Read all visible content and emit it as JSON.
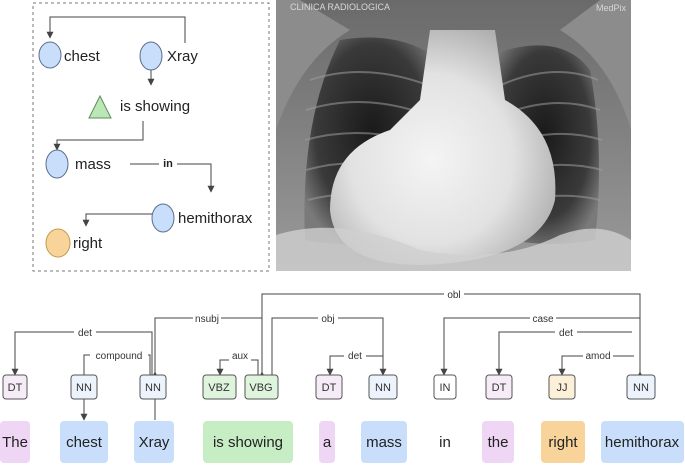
{
  "graph": {
    "nodes": [
      {
        "key": "chest",
        "label": "chest",
        "shape": "ellipse",
        "color": "#c9defa"
      },
      {
        "key": "xray",
        "label": "Xray",
        "shape": "ellipse",
        "color": "#c9defa"
      },
      {
        "key": "is_showing",
        "label": "is showing",
        "shape": "triangle",
        "color": "#b9e8b6"
      },
      {
        "key": "mass",
        "label": "mass",
        "shape": "ellipse",
        "color": "#c9defa"
      },
      {
        "key": "hemithorax",
        "label": "hemithorax",
        "shape": "ellipse",
        "color": "#c9defa"
      },
      {
        "key": "right",
        "label": "right",
        "shape": "ellipse",
        "color": "#f8d49a"
      }
    ],
    "edges": [
      {
        "from": "xray",
        "to": "chest",
        "label": ""
      },
      {
        "from": "xray",
        "to": "is_showing",
        "label": ""
      },
      {
        "from": "is_showing",
        "to": "mass",
        "label": ""
      },
      {
        "from": "mass",
        "to": "hemithorax",
        "label": "in"
      },
      {
        "from": "hemithorax",
        "to": "right",
        "label": ""
      }
    ]
  },
  "xray_image": {
    "watermark_right": "MedPix",
    "watermark_left": "CLINICA RADIOLOGICA"
  },
  "sentence": {
    "tokens": [
      {
        "word": "The",
        "tag": "DT",
        "word_color": "#f0d6f5",
        "tag_color": "#f6ecf8"
      },
      {
        "word": "chest",
        "tag": "NN",
        "word_color": "#c9defa",
        "tag_color": "#ecf3fd"
      },
      {
        "word": "Xray",
        "tag": "NN",
        "word_color": "#c9defa",
        "tag_color": "#ecf3fd"
      },
      {
        "word": "is showing",
        "tag": "VBZ",
        "tag2": "VBG",
        "word_color": "#c7edc4",
        "tag_color": "#dff4dc"
      },
      {
        "word": "a",
        "tag": "DT",
        "word_color": "#f0d6f5",
        "tag_color": "#f6ecf8"
      },
      {
        "word": "mass",
        "tag": "NN",
        "word_color": "#c9defa",
        "tag_color": "#ecf3fd"
      },
      {
        "word": "in",
        "tag": "IN",
        "word_color": "#ffffff",
        "tag_color": "#ffffff"
      },
      {
        "word": "the",
        "tag": "DT",
        "word_color": "#f0d6f5",
        "tag_color": "#f6ecf8"
      },
      {
        "word": "right",
        "tag": "JJ",
        "word_color": "#f8d49a",
        "tag_color": "#fdf0d8"
      },
      {
        "word": "hemithorax",
        "tag": "NN",
        "word_color": "#c9defa",
        "tag_color": "#ecf3fd"
      }
    ],
    "dependencies": [
      {
        "label": "obl"
      },
      {
        "label": "nsubj"
      },
      {
        "label": "obj"
      },
      {
        "label": "case"
      },
      {
        "label": "det"
      },
      {
        "label": "det"
      },
      {
        "label": "compound"
      },
      {
        "label": "aux"
      },
      {
        "label": "det"
      },
      {
        "label": "amod"
      }
    ]
  }
}
